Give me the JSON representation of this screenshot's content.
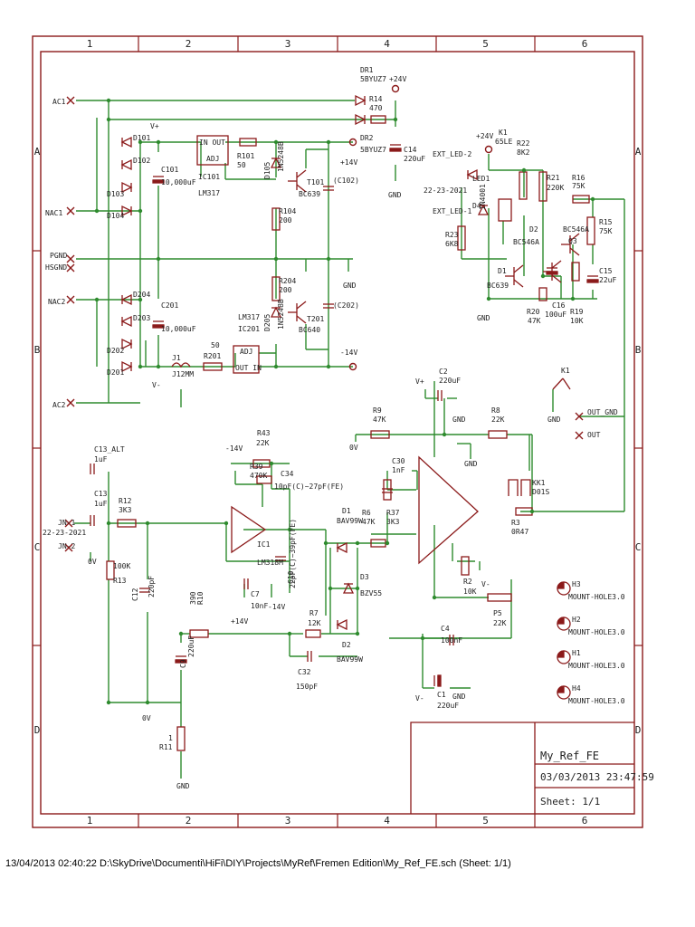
{
  "frame": {
    "columns": [
      "1",
      "2",
      "3",
      "4",
      "5",
      "6"
    ],
    "rows": [
      "A",
      "B",
      "C",
      "D"
    ]
  },
  "title_block": {
    "name": "My_Ref_FE",
    "date": "03/03/2013 23:47:59",
    "sheet": "Sheet: 1/1"
  },
  "footer": "13/04/2013 02:40:22  D:\\SkyDrive\\Documenti\\HiFi\\DIY\\Projects\\MyRef\\Fremen Edition\\My_Ref_FE.sch (Sheet: 1/1)",
  "colors": {
    "frame": "#8b1a1a",
    "wire": "#2e8b2e",
    "part": "#8b1a1a",
    "text": "#222222"
  },
  "labels": [
    {
      "id": "ac1",
      "text": "AC1"
    },
    {
      "id": "nac1",
      "text": "NAC1"
    },
    {
      "id": "pgnd",
      "text": "PGND"
    },
    {
      "id": "hsgnd",
      "text": "HSGND"
    },
    {
      "id": "nac2",
      "text": "NAC2"
    },
    {
      "id": "ac2",
      "text": "AC2"
    },
    {
      "id": "d101",
      "text": "D101"
    },
    {
      "id": "d102",
      "text": "D102"
    },
    {
      "id": "d103",
      "text": "D103"
    },
    {
      "id": "d104",
      "text": "D104"
    },
    {
      "id": "d201",
      "text": "D201"
    },
    {
      "id": "d202",
      "text": "D202"
    },
    {
      "id": "d203",
      "text": "D203"
    },
    {
      "id": "d204",
      "text": "D204"
    },
    {
      "id": "vplus_top",
      "text": "V+"
    },
    {
      "id": "vminus_b",
      "text": "V-"
    },
    {
      "id": "c101",
      "text": "C101"
    },
    {
      "id": "c101v",
      "text": "10,000uF"
    },
    {
      "id": "c201",
      "text": "C201"
    },
    {
      "id": "c201v",
      "text": "10,000uF"
    },
    {
      "id": "ic101",
      "text": "IC101"
    },
    {
      "id": "lm317a",
      "text": "LM317"
    },
    {
      "id": "inout",
      "text": "IN OUT"
    },
    {
      "id": "adj1",
      "text": "ADJ"
    },
    {
      "id": "r101",
      "text": "R101"
    },
    {
      "id": "r101v",
      "text": "50"
    },
    {
      "id": "d105",
      "text": "D105"
    },
    {
      "id": "in5248a",
      "text": "1N5248B"
    },
    {
      "id": "t101",
      "text": "T101"
    },
    {
      "id": "bc639a",
      "text": "BC639"
    },
    {
      "id": "c102",
      "text": "(C102)"
    },
    {
      "id": "r104",
      "text": "R104"
    },
    {
      "id": "r104v",
      "text": "200"
    },
    {
      "id": "r204",
      "text": "R204"
    },
    {
      "id": "r204v",
      "text": "200"
    },
    {
      "id": "plus14",
      "text": "+14V"
    },
    {
      "id": "gnd1",
      "text": "GND"
    },
    {
      "id": "lm317b",
      "text": "LM317"
    },
    {
      "id": "ic201",
      "text": "IC201"
    },
    {
      "id": "r201v",
      "text": "50"
    },
    {
      "id": "r201",
      "text": "R201"
    },
    {
      "id": "adj2",
      "text": "ADJ"
    },
    {
      "id": "outin",
      "text": "OUT IN"
    },
    {
      "id": "j1",
      "text": "J1"
    },
    {
      "id": "j12mm",
      "text": "J12MM"
    },
    {
      "id": "d205",
      "text": "D205"
    },
    {
      "id": "in5248b",
      "text": "1N5248B"
    },
    {
      "id": "t201",
      "text": "T201"
    },
    {
      "id": "bc640",
      "text": "BC640"
    },
    {
      "id": "c202",
      "text": "(C202)"
    },
    {
      "id": "minus14",
      "text": "-14V"
    },
    {
      "id": "dr1",
      "text": "DR1"
    },
    {
      "id": "dr1v",
      "text": "5BYUZ7"
    },
    {
      "id": "r14",
      "text": "R14"
    },
    {
      "id": "r14v",
      "text": "470"
    },
    {
      "id": "plus24",
      "text": "+24V"
    },
    {
      "id": "dr2",
      "text": "DR2"
    },
    {
      "id": "dr2v",
      "text": "5BYUZ7"
    },
    {
      "id": "c14",
      "text": "C14"
    },
    {
      "id": "c14v",
      "text": "220uF"
    },
    {
      "id": "gnd2",
      "text": "GND"
    },
    {
      "id": "ext_led2",
      "text": "EXT_LED-2"
    },
    {
      "id": "ext_led1",
      "text": "EXT_LED-1"
    },
    {
      "id": "plus24b",
      "text": "+24V"
    },
    {
      "id": "k1",
      "text": "K1"
    },
    {
      "id": "k1v",
      "text": "65LE"
    },
    {
      "id": "r22",
      "text": "R22"
    },
    {
      "id": "r22v",
      "text": "8K2"
    },
    {
      "id": "led1",
      "text": "LED1"
    },
    {
      "id": "conn_led",
      "text": "22-23-2021"
    },
    {
      "id": "d4",
      "text": "D4"
    },
    {
      "id": "in4001",
      "text": "1N4001"
    },
    {
      "id": "r21",
      "text": "R21"
    },
    {
      "id": "r21v",
      "text": "220K"
    },
    {
      "id": "r16",
      "text": "R16"
    },
    {
      "id": "r16v",
      "text": "75K"
    },
    {
      "id": "d2",
      "text": "D2"
    },
    {
      "id": "bc546a",
      "text": "BC546A"
    },
    {
      "id": "bc546a2",
      "text": "BC546A"
    },
    {
      "id": "q3",
      "text": "Q3"
    },
    {
      "id": "r15",
      "text": "R15"
    },
    {
      "id": "r15v",
      "text": "75K"
    },
    {
      "id": "r23",
      "text": "R23"
    },
    {
      "id": "r23v",
      "text": "6K8"
    },
    {
      "id": "c15",
      "text": "C15"
    },
    {
      "id": "c15v",
      "text": "22uF"
    },
    {
      "id": "d1q",
      "text": "D1"
    },
    {
      "id": "bc639b",
      "text": "BC639"
    },
    {
      "id": "r20",
      "text": "R20"
    },
    {
      "id": "r20v",
      "text": "47K"
    },
    {
      "id": "c16",
      "text": "C16"
    },
    {
      "id": "c16v",
      "text": "100uF"
    },
    {
      "id": "r19",
      "text": "R19"
    },
    {
      "id": "r19v",
      "text": "10K"
    },
    {
      "id": "gnd3",
      "text": "GND"
    },
    {
      "id": "vplus2",
      "text": "V+"
    },
    {
      "id": "c2",
      "text": "C2"
    },
    {
      "id": "c2v",
      "text": "220uF"
    },
    {
      "id": "gnd4",
      "text": "GND"
    },
    {
      "id": "k1sw",
      "text": "K1"
    },
    {
      "id": "gnd5",
      "text": "GND"
    },
    {
      "id": "out_gnd",
      "text": "OUT_GND"
    },
    {
      "id": "out",
      "text": "OUT"
    },
    {
      "id": "r9",
      "text": "R9"
    },
    {
      "id": "r9v",
      "text": "47K"
    },
    {
      "id": "r8",
      "text": "R8"
    },
    {
      "id": "r8v",
      "text": "22K"
    },
    {
      "id": "zero_v1",
      "text": "0V"
    },
    {
      "id": "c30",
      "text": "C30"
    },
    {
      "id": "c30v",
      "text": "1nF"
    },
    {
      "id": "gnd6",
      "text": "GND"
    },
    {
      "id": "kk1",
      "text": "KK1"
    },
    {
      "id": "d01s",
      "text": "D01S"
    },
    {
      "id": "c13alt",
      "text": "C13_ALT"
    },
    {
      "id": "c13altv",
      "text": "1uF"
    },
    {
      "id": "c13",
      "text": "C13"
    },
    {
      "id": "c13v",
      "text": "1uF"
    },
    {
      "id": "r12",
      "text": "R12"
    },
    {
      "id": "r12v",
      "text": "3K3"
    },
    {
      "id": "jn1",
      "text": "JN-1"
    },
    {
      "id": "conn_in",
      "text": "22-23-2021"
    },
    {
      "id": "jn2",
      "text": "JN-2"
    },
    {
      "id": "zero_v2",
      "text": "0V"
    },
    {
      "id": "r13v",
      "text": "100K"
    },
    {
      "id": "r13",
      "text": "R13"
    },
    {
      "id": "c12",
      "text": "C12"
    },
    {
      "id": "c12v",
      "text": "220pF"
    },
    {
      "id": "minus14b",
      "text": "-14V"
    },
    {
      "id": "r43",
      "text": "R43"
    },
    {
      "id": "r43v",
      "text": "22K"
    },
    {
      "id": "r39",
      "text": "R39"
    },
    {
      "id": "r39v",
      "text": "470K"
    },
    {
      "id": "c34",
      "text": "C34"
    },
    {
      "id": "c34v",
      "text": "10pF(C)~27pF(FE)"
    },
    {
      "id": "ic1",
      "text": "IC1"
    },
    {
      "id": "lm318",
      "text": "LM318M"
    },
    {
      "id": "c7",
      "text": "C7"
    },
    {
      "id": "c7v",
      "text": "10nF"
    },
    {
      "id": "plus14b",
      "text": "+14V"
    },
    {
      "id": "c10",
      "text": "C10"
    },
    {
      "id": "c10v",
      "text": "22pF(C)~39pF(FE)"
    },
    {
      "id": "minus14c",
      "text": "-14V"
    },
    {
      "id": "d1b",
      "text": "D1"
    },
    {
      "id": "bav99a",
      "text": "BAV99W"
    },
    {
      "id": "r6",
      "text": "R6"
    },
    {
      "id": "r6v",
      "text": "47K"
    },
    {
      "id": "r37",
      "text": "R37"
    },
    {
      "id": "r37v",
      "text": "3K3"
    },
    {
      "id": "d3",
      "text": "D3"
    },
    {
      "id": "bzv55",
      "text": "BZV55"
    },
    {
      "id": "r3",
      "text": "R3"
    },
    {
      "id": "r3v",
      "text": "0R47"
    },
    {
      "id": "r2",
      "text": "R2"
    },
    {
      "id": "r2v",
      "text": "10K"
    },
    {
      "id": "vminus2",
      "text": "V-"
    },
    {
      "id": "p5",
      "text": "P5"
    },
    {
      "id": "p5v",
      "text": "22K"
    },
    {
      "id": "r10v",
      "text": "390"
    },
    {
      "id": "r10",
      "text": "R10"
    },
    {
      "id": "r7",
      "text": "R7"
    },
    {
      "id": "r7v",
      "text": "12K"
    },
    {
      "id": "d2b",
      "text": "D2"
    },
    {
      "id": "bav99b",
      "text": "BAV99W"
    },
    {
      "id": "c32",
      "text": "C32"
    },
    {
      "id": "c32v",
      "text": "150pF"
    },
    {
      "id": "c9",
      "text": "C9"
    },
    {
      "id": "c9v",
      "text": "220uF"
    },
    {
      "id": "c4",
      "text": "C4"
    },
    {
      "id": "c4v",
      "text": "100nF"
    },
    {
      "id": "c1",
      "text": "C1"
    },
    {
      "id": "c1v",
      "text": "220uF"
    },
    {
      "id": "vminus3",
      "text": "V-"
    },
    {
      "id": "gnd7",
      "text": "GND"
    },
    {
      "id": "zero_v3",
      "text": "0V"
    },
    {
      "id": "r11",
      "text": "R11"
    },
    {
      "id": "r11n",
      "text": "1"
    },
    {
      "id": "gnd8",
      "text": "GND"
    },
    {
      "id": "h3",
      "text": "H3"
    },
    {
      "id": "h2",
      "text": "H2"
    },
    {
      "id": "h1",
      "text": "H1"
    },
    {
      "id": "h4",
      "text": "H4"
    },
    {
      "id": "mh3",
      "text": "MOUNT-HOLE3.0"
    },
    {
      "id": "mh2",
      "text": "MOUNT-HOLE3.0"
    },
    {
      "id": "mh1",
      "text": "MOUNT-HOLE3.0"
    },
    {
      "id": "mh4",
      "text": "MOUNT-HOLE3.0"
    }
  ]
}
